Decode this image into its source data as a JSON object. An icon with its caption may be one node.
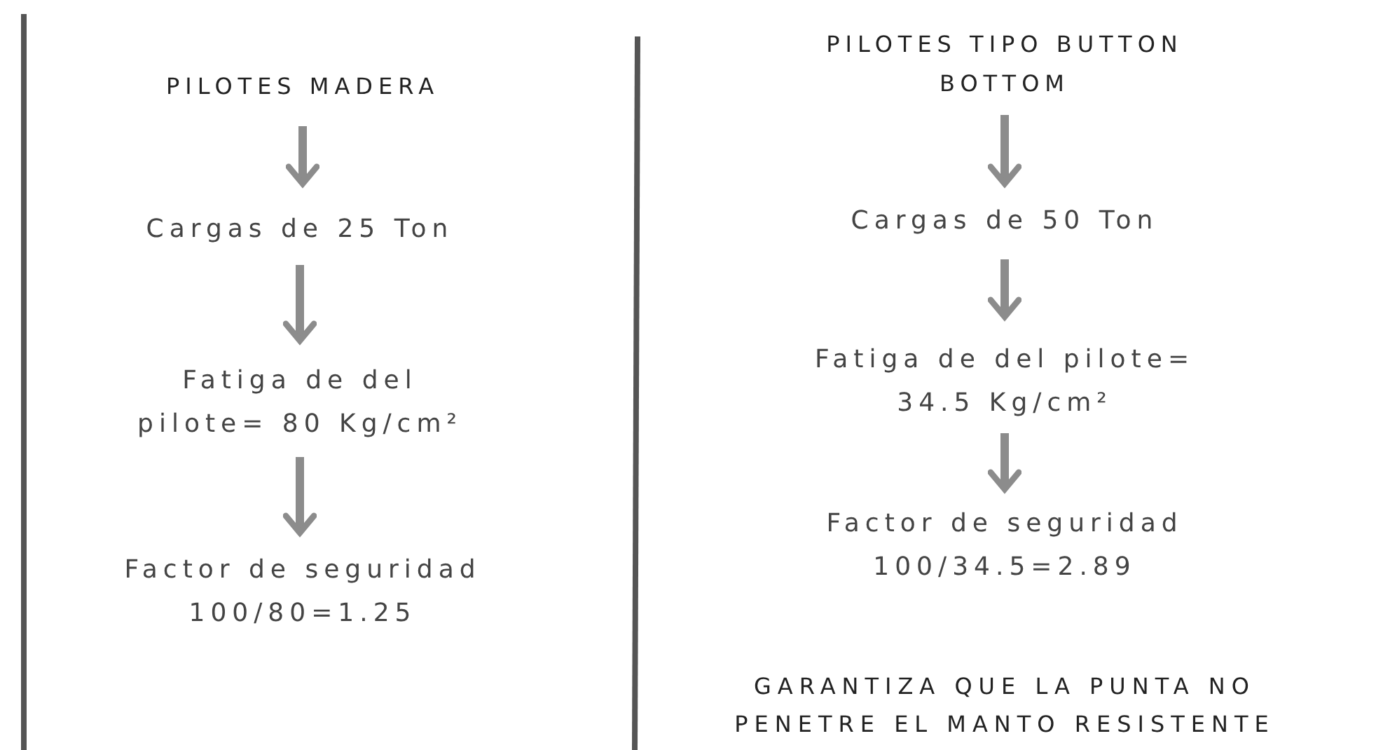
{
  "diagram": {
    "nodes": [
      {
        "text": [
          "PILOTES MADERA"
        ]
      },
      {
        "text": [
          "Cargas de 25 Ton"
        ]
      },
      {
        "text": [
          "Fatiga de del pilote= 80 Kg/cm²"
        ]
      },
      {
        "text": [
          "Factor de seguridad 100/80=1.25"
        ]
      },
      {
        "text": [
          "PILOTES TIPO BUTTON BOTTOM"
        ]
      },
      {
        "text": [
          "Cargas de 50 Ton"
        ]
      },
      {
        "text": [
          "Fatiga de del pilote= 34.5 Kg/cm²"
        ]
      },
      {
        "text": [
          "Factor de seguridad 100/34.5=2.89"
        ]
      }
    ],
    "edges": [
      {
        "from": 0,
        "to": 1,
        "arrow": "to"
      },
      {
        "from": 1,
        "to": 2,
        "arrow": "to"
      },
      {
        "from": 2,
        "to": 3,
        "arrow": "to"
      },
      {
        "from": 4,
        "to": 5,
        "arrow": "to"
      },
      {
        "from": 5,
        "to": 6,
        "arrow": "to"
      },
      {
        "from": 6,
        "to": 7,
        "arrow": "to"
      }
    ],
    "labels": [
      "GARANTIZA QUE LA PUNTA NO PENETRE EL MANTO RESISTENTE"
    ]
  }
}
